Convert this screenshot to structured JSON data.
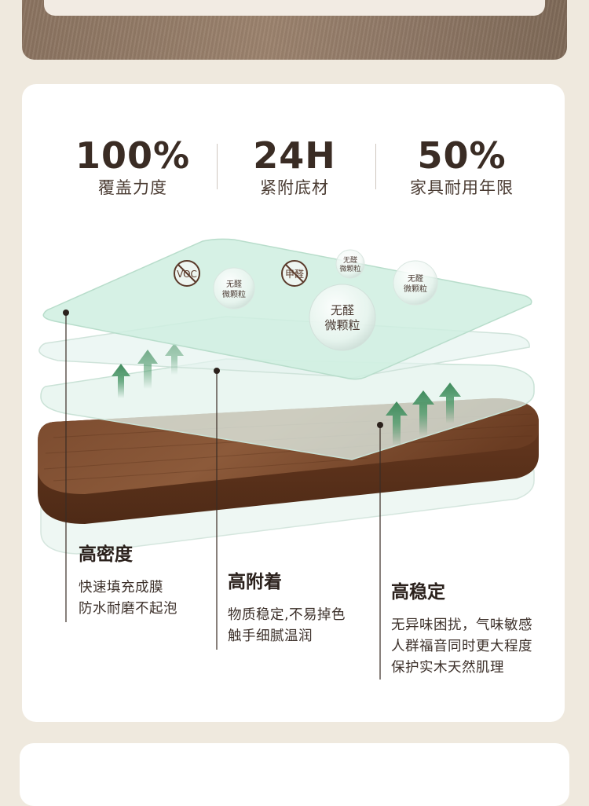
{
  "stats": [
    {
      "value": "100%",
      "label": "覆盖力度"
    },
    {
      "value": "24H",
      "label": "紧附底材"
    },
    {
      "value": "50%",
      "label": "家具耐用年限"
    }
  ],
  "badges": {
    "voc": "VOC",
    "formaldehyde": "甲醛",
    "bubble_line1": "无醛",
    "bubble_line2": "微颗粒"
  },
  "features": [
    {
      "title": "高密度",
      "lines": [
        "快速填充成膜",
        "防水耐磨不起泡"
      ]
    },
    {
      "title": "高附着",
      "lines": [
        "物质稳定,不易掉色",
        "触手细腻温润"
      ]
    },
    {
      "title": "高稳定",
      "lines": [
        "无异味困扰，气味敏感",
        "人群福音同时更大程度",
        "保护实木天然肌理"
      ]
    }
  ],
  "colors": {
    "wood": "#6e3f25",
    "glass": "#cfeee0",
    "arrow": "#3f8a5c",
    "text": "#2b211c"
  }
}
